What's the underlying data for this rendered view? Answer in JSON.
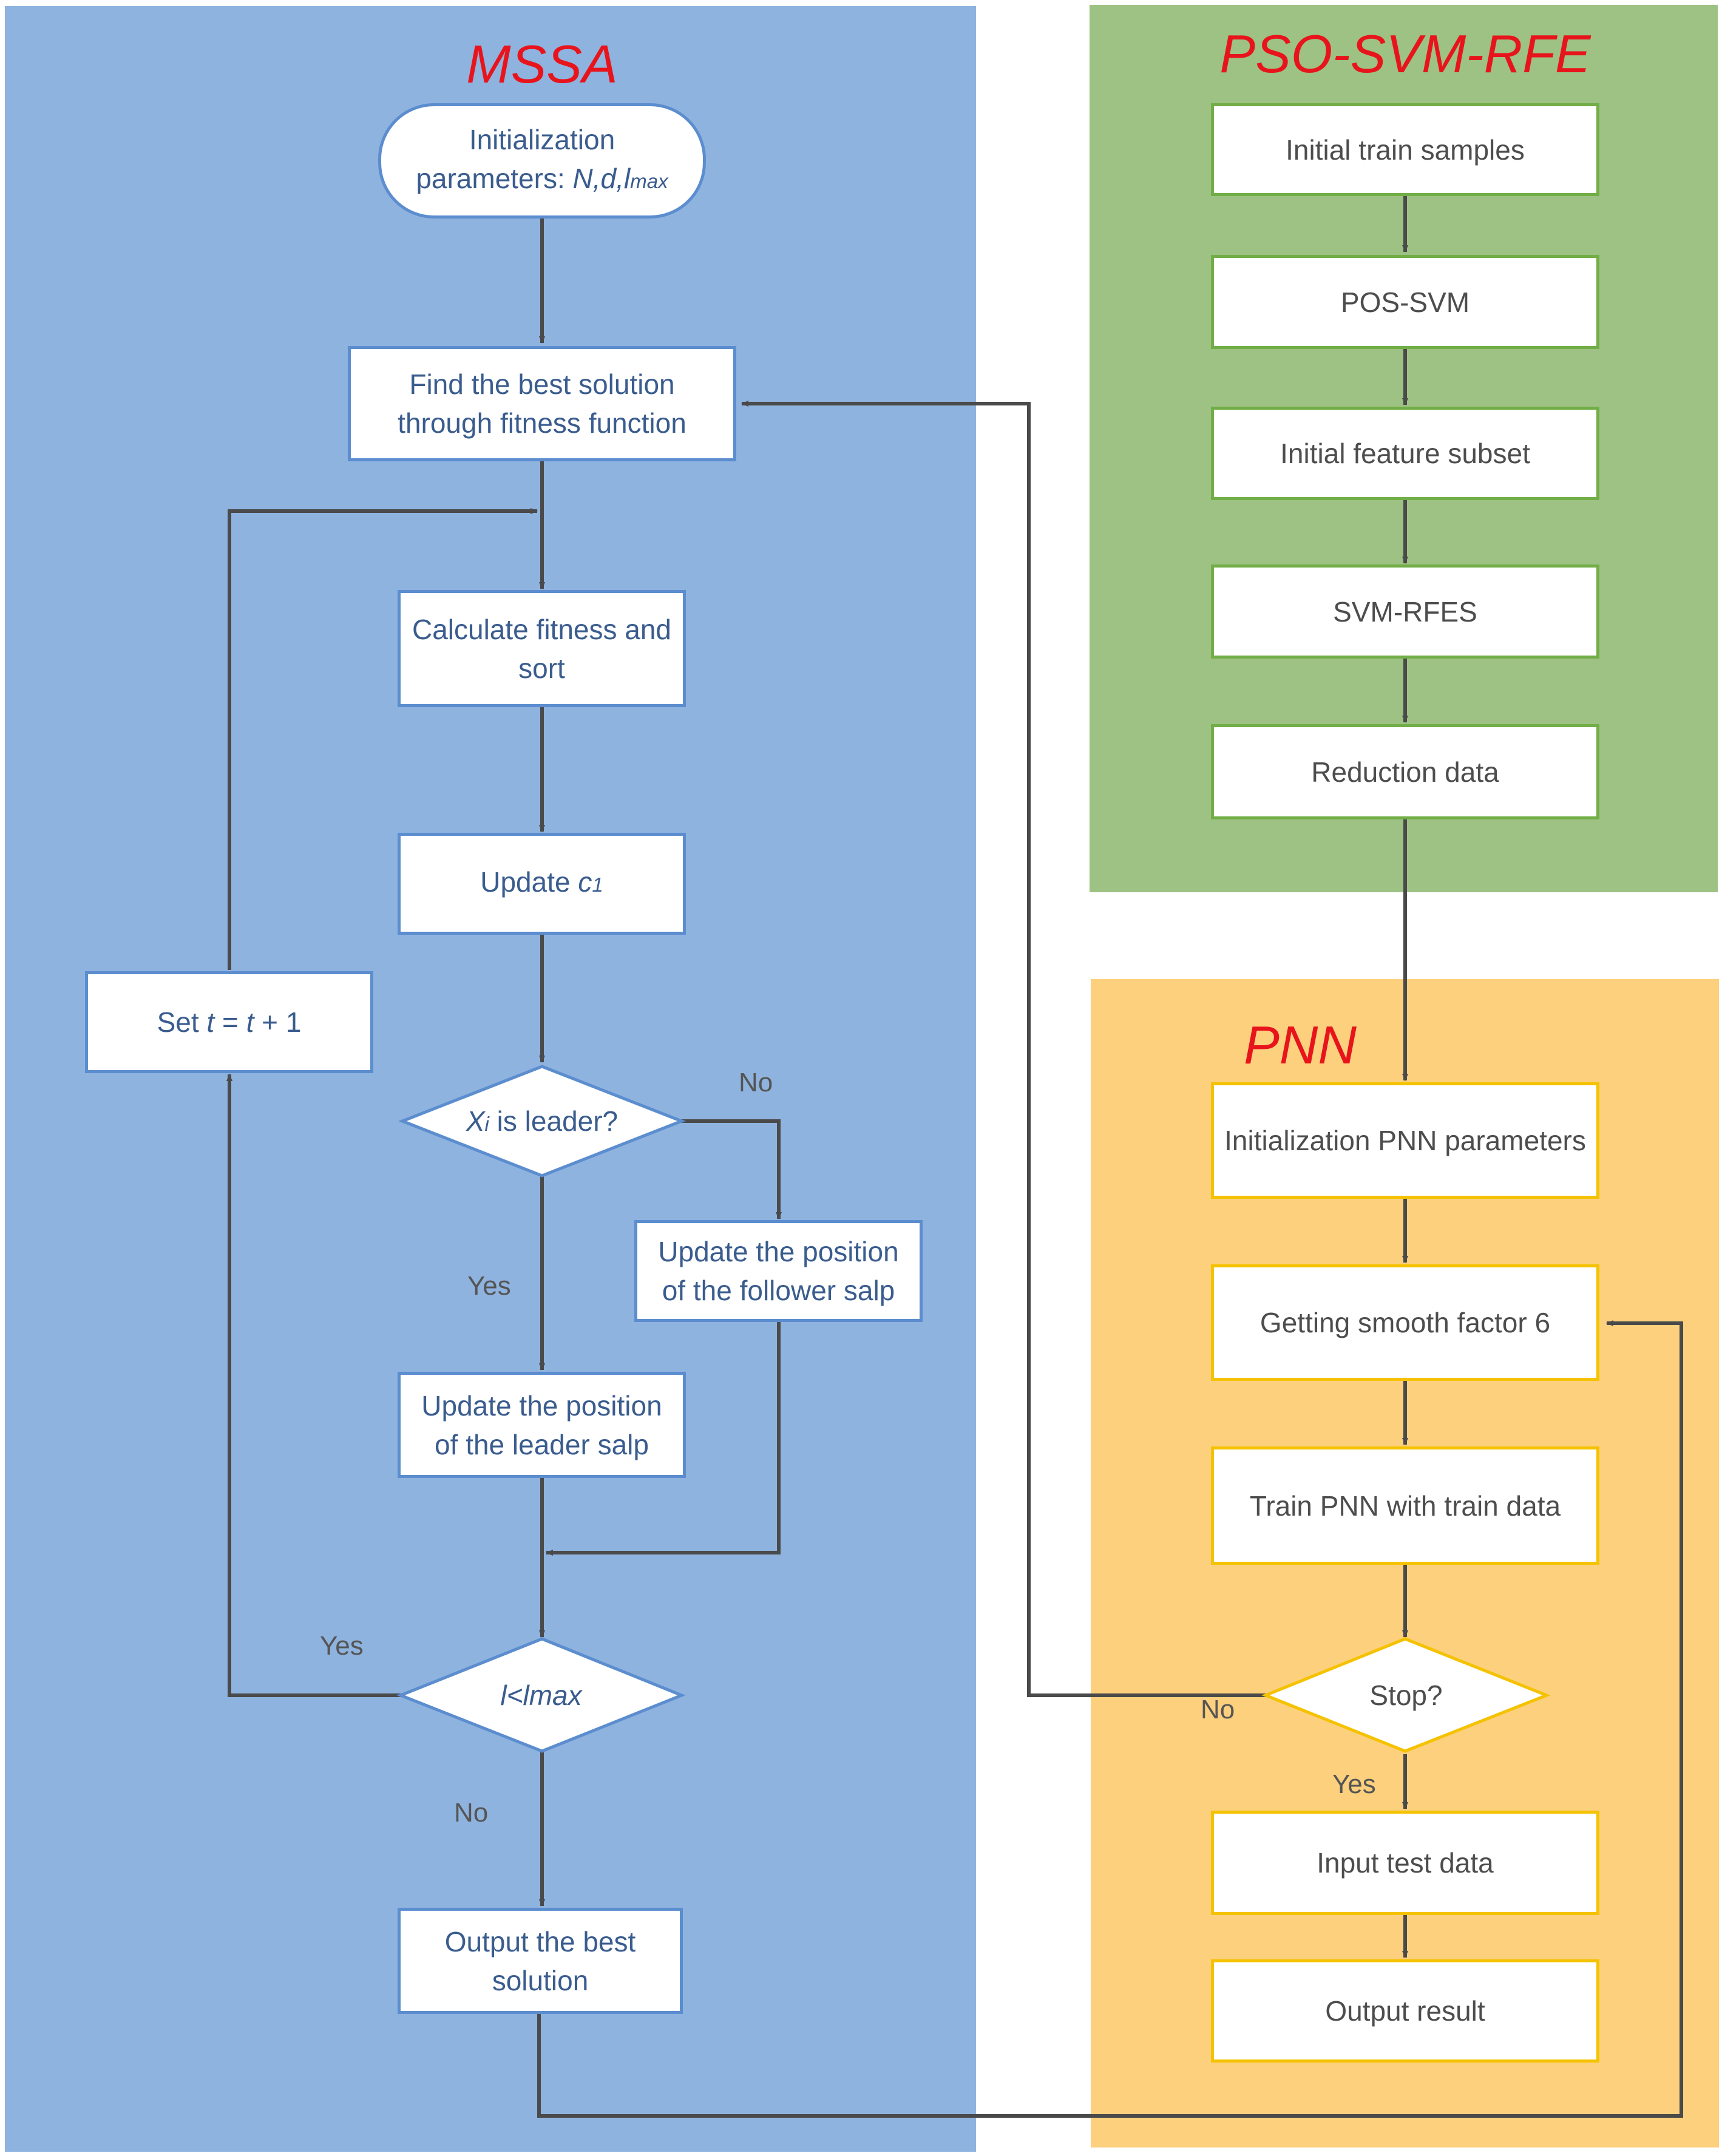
{
  "mssa": {
    "title": "MSSA",
    "init_line1": "Initialization",
    "init_line2_prefix": "parameters: ",
    "init_params": "N,d,l",
    "init_params_sub": "max",
    "find_best": "Find the best solution through fitness function",
    "calc_fitness": "Calculate fitness and sort",
    "update_c_prefix": "Update ",
    "update_c_var": "c",
    "update_c_sub": "1",
    "set_t_prefix": "Set ",
    "set_t_expr": "t",
    "set_t_eq": " = ",
    "set_t_expr2": "t",
    "set_t_suffix": " + 1",
    "leader_q_var": "X",
    "leader_q_sub": "i",
    "leader_q_rest": " is leader?",
    "update_follower": "Update the position of the follower salp",
    "update_leader": "Update the position of the leader salp",
    "loop_cond_a": "l",
    "loop_cond_op": "<",
    "loop_cond_b": "lmax",
    "output_best": "Output the best solution",
    "label_no_leader": "No",
    "label_yes_leader": "Yes",
    "label_yes_loop": "Yes",
    "label_no_loop": "No"
  },
  "pso": {
    "title": "PSO-SVM-RFE",
    "steps": [
      "Initial train samples",
      "POS-SVM",
      "Initial feature subset",
      "SVM-RFES",
      "Reduction data"
    ]
  },
  "pnn": {
    "title": "PNN",
    "init_params": "Initialization PNN parameters",
    "smooth_factor": "Getting smooth factor 6",
    "train": "Train PNN with train data",
    "stop_q": "Stop?",
    "input_test": "Input test data",
    "output_result": "Output result",
    "label_no": "No",
    "label_yes": "Yes"
  },
  "colors": {
    "mssa_bg": "#8FB3DF",
    "pso_bg": "#9DC283",
    "pnn_bg": "#FDD07E",
    "title_red": "#E8141C",
    "arrow": "#4A4A4A"
  }
}
